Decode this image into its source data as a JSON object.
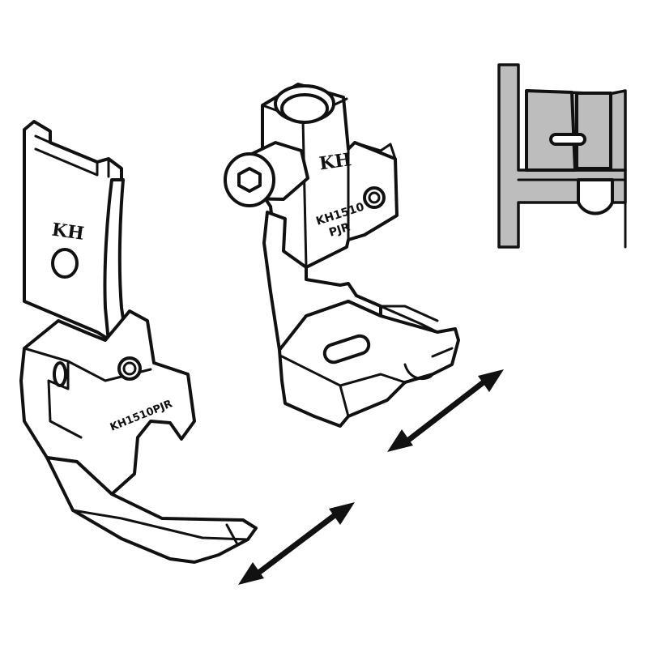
{
  "left_foot": {
    "logo_mark": "KH",
    "model_label": "KH1510PJR"
  },
  "right_foot": {
    "logo_mark": "KH",
    "model_line1": "KH1510",
    "model_line2": "PJR"
  },
  "colors": {
    "outline": "#111111",
    "fill": "#ffffff",
    "detail_gray": "#bdbdbd"
  },
  "icons": [
    "double-arrow-icon",
    "double-arrow-icon"
  ]
}
